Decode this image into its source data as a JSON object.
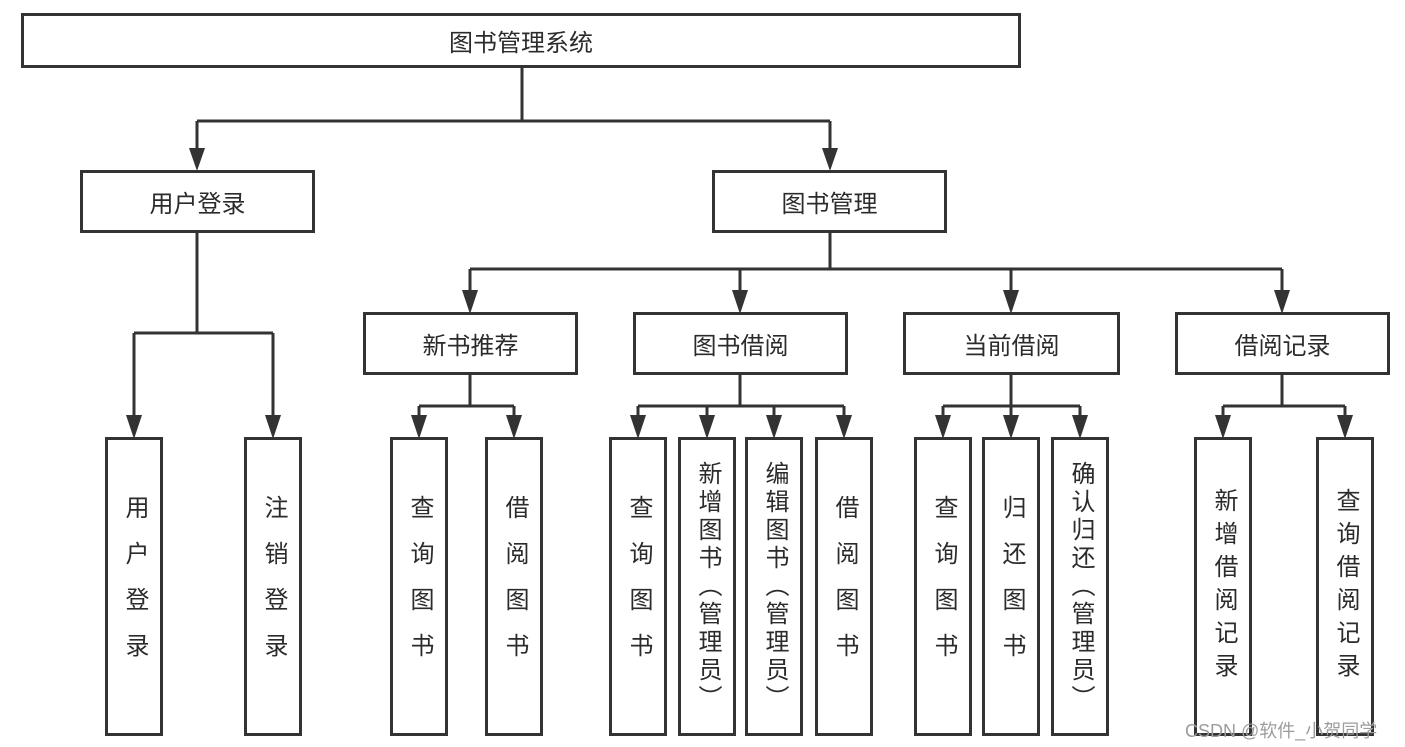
{
  "diagram": {
    "tree": {
      "label": "图书管理系统",
      "children": [
        {
          "label": "用户登录",
          "children": [
            {
              "label": "用户登录"
            },
            {
              "label": "注销登录"
            }
          ]
        },
        {
          "label": "图书管理",
          "children": [
            {
              "label": "新书推荐",
              "children": [
                {
                  "label": "查询图书"
                },
                {
                  "label": "借阅图书"
                }
              ]
            },
            {
              "label": "图书借阅",
              "children": [
                {
                  "label": "查询图书"
                },
                {
                  "label": "新增图书（管理员）"
                },
                {
                  "label": "编辑图书（管理员）"
                },
                {
                  "label": "借阅图书"
                }
              ]
            },
            {
              "label": "当前借阅",
              "children": [
                {
                  "label": "查询图书"
                },
                {
                  "label": "归还图书"
                },
                {
                  "label": "确认归还（管理员）"
                }
              ]
            },
            {
              "label": "借阅记录",
              "children": [
                {
                  "label": "新增借阅记录"
                },
                {
                  "label": "查询借阅记录"
                }
              ]
            }
          ]
        }
      ]
    },
    "watermark": "CSDN @软件_小贺同学",
    "colors": {
      "line": "#333333",
      "text": "#2b2b2b",
      "watermark": "#9c9c9c",
      "background": "#ffffff"
    }
  }
}
